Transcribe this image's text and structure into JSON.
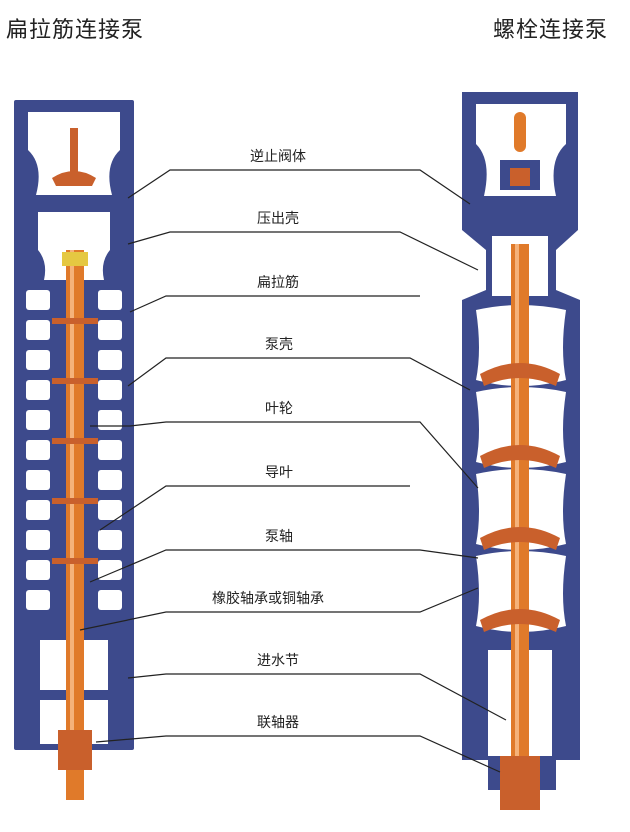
{
  "titles": {
    "left": "扁拉筋连接泵",
    "right": "螺栓连接泵"
  },
  "labels": [
    "逆止阀体",
    "压出壳",
    "扁拉筋",
    "泵壳",
    "叶轮",
    "导叶",
    "泵轴",
    "橡胶轴承或铜轴承",
    "进水节",
    "联轴器"
  ],
  "colors": {
    "casing": "#3d4a8c",
    "interior": "#ffffff",
    "shaft": "#e07a2a",
    "impeller": "#c9602c",
    "leader": "#222222"
  }
}
